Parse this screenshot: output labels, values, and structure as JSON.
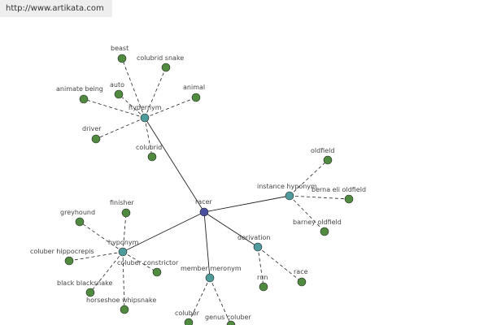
{
  "url": "http://www.artikata.com",
  "colors": {
    "background": "#ffffff",
    "edge": "#222222",
    "center_node": "#4a4ea0",
    "category_node": "#4f9a9a",
    "leaf_node": "#4f8a3f",
    "label": "#444444"
  },
  "center": "racer",
  "categories": [
    {
      "id": "hypernym",
      "label": "hypernym"
    },
    {
      "id": "instance-hyponym",
      "label": "instance hyponym"
    },
    {
      "id": "hyponym",
      "label": "hyponym"
    },
    {
      "id": "derivation",
      "label": "derivation"
    },
    {
      "id": "member-meronym",
      "label": "member meronym"
    }
  ],
  "leaves": [
    {
      "category": "hypernym",
      "label": "beast"
    },
    {
      "category": "hypernym",
      "label": "colubrid snake"
    },
    {
      "category": "hypernym",
      "label": "animate being"
    },
    {
      "category": "hypernym",
      "label": "auto"
    },
    {
      "category": "hypernym",
      "label": "animal"
    },
    {
      "category": "hypernym",
      "label": "driver"
    },
    {
      "category": "hypernym",
      "label": "colubrid"
    },
    {
      "category": "instance-hyponym",
      "label": "oldfield"
    },
    {
      "category": "instance-hyponym",
      "label": "berna eli oldfield"
    },
    {
      "category": "instance-hyponym",
      "label": "barney oldfield"
    },
    {
      "category": "hyponym",
      "label": "finisher"
    },
    {
      "category": "hyponym",
      "label": "greyhound"
    },
    {
      "category": "hyponym",
      "label": "coluber hippocrepis"
    },
    {
      "category": "hyponym",
      "label": "coluber constrictor"
    },
    {
      "category": "hyponym",
      "label": "black blacksnake"
    },
    {
      "category": "hyponym",
      "label": "horseshoe whipsnake"
    },
    {
      "category": "derivation",
      "label": "race"
    },
    {
      "category": "derivation",
      "label": "run"
    },
    {
      "category": "member-meronym",
      "label": "coluber"
    },
    {
      "category": "member-meronym",
      "label": "genus coluber"
    }
  ]
}
